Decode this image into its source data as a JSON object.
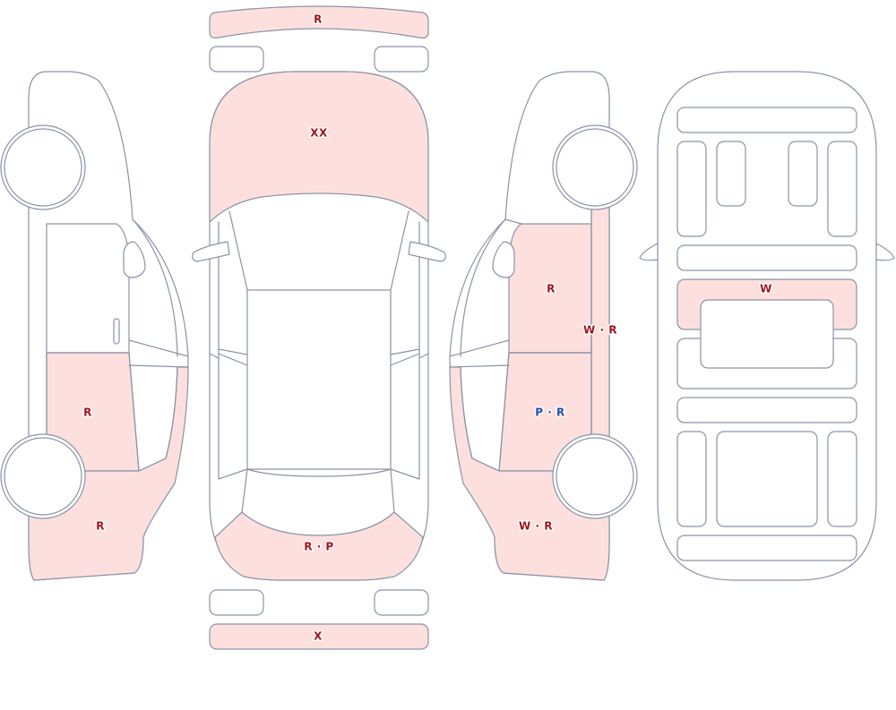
{
  "colors": {
    "damage_fill": "#fde0de",
    "outline": "#8a93a6",
    "label_red": "#a0141e",
    "label_blue": "#1f4fb0"
  },
  "marks": {
    "rear_bumper": "R",
    "bonnet": "XX",
    "tailgate": "R · P",
    "front_bumper": "X",
    "left_rear_door": "R",
    "left_rear_quarter": "R",
    "right_front_door": "R",
    "right_rocker": "W · R",
    "right_rear_door": "P · R",
    "right_rear_quarter": "W · R",
    "floor_crossmember": "W"
  },
  "icons": {
    "wheel": "circle",
    "door_handle": "pill"
  }
}
